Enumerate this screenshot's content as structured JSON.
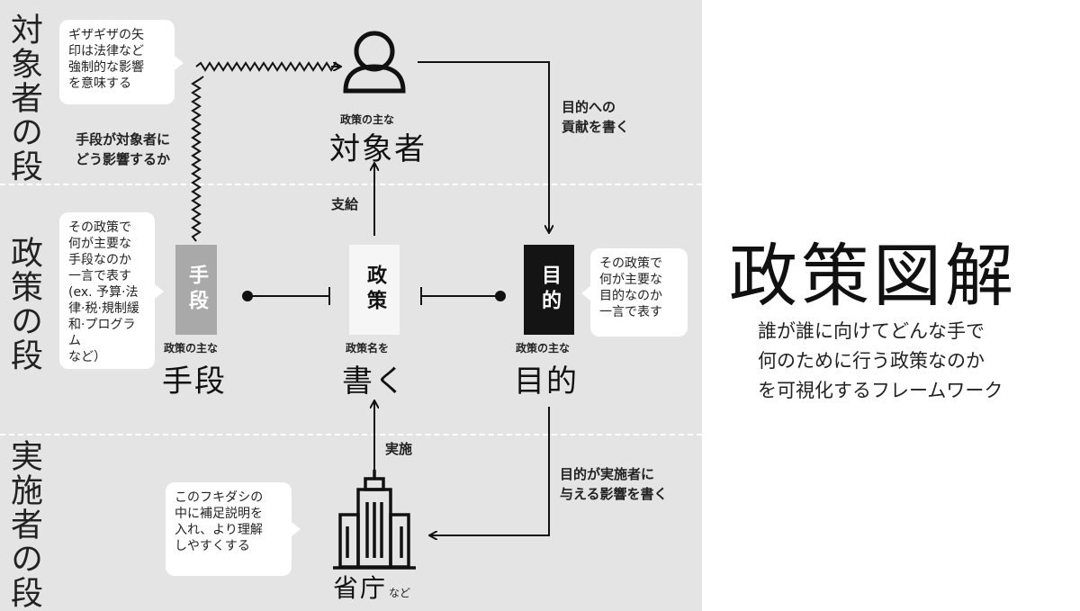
{
  "rows": {
    "target": "対象者の段",
    "policy": "政策の段",
    "implementer": "実施者の段"
  },
  "boxes": {
    "means": "手段",
    "policy": "政策",
    "purpose": "目的"
  },
  "nodes": {
    "target_small": "政策の主な",
    "target_big": "対象者",
    "means_small": "政策の主な",
    "means_big": "手段",
    "policy_small": "政策名を",
    "policy_big": "書く",
    "purpose_small": "政策の主な",
    "purpose_big": "目的",
    "ministry_big": "省庁",
    "ministry_small": "など"
  },
  "arrows": {
    "supply": "支給",
    "implement": "実施",
    "contribution": [
      "目的への",
      "貢献を書く"
    ],
    "means_effect": [
      "手段が対象者に",
      "どう影響するか"
    ],
    "implementer_effect": [
      "目的が実施者に",
      "与える影響を書く"
    ]
  },
  "bubbles": {
    "jagged": [
      "ギザギザの矢",
      "印は法律など",
      "強制的な影響",
      "を意味する"
    ],
    "means": [
      "その政策で",
      "何が主要な",
      "手段なのか",
      "一言で表す",
      "(ex. 予算·法",
      "律·税·規制緩",
      "和·プログラム",
      "など）"
    ],
    "purpose": [
      "その政策で",
      "何が主要な",
      "目的なのか",
      "一言で表す"
    ],
    "footnote": [
      "このフキダシの",
      "中に補足説明を",
      "入れ、より理解",
      "しやすくする"
    ]
  },
  "title": "政策図解",
  "description": [
    "誰が誰に向けてどんな手で",
    "何のために行う政策なのか",
    "を可視化するフレームワーク"
  ],
  "colors": {
    "panel": "#e5e4e5",
    "means_box": "#a9a9a9",
    "policy_box": "#f6f6f6",
    "purpose_box": "#141414",
    "line": "#111111"
  }
}
